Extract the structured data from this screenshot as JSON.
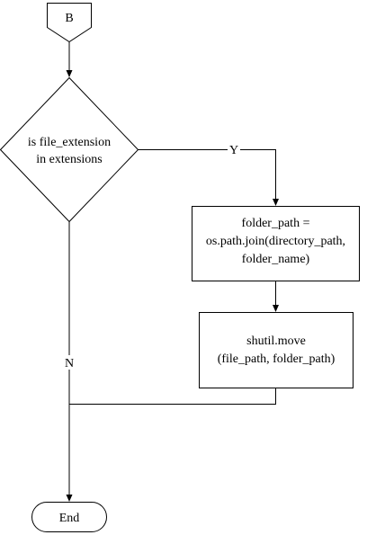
{
  "diagram": {
    "connector": {
      "label": "B"
    },
    "decision": {
      "line1": "is file_extension",
      "line2": "in extensions"
    },
    "edges": {
      "yes_label": "Y",
      "no_label": "N"
    },
    "process1": {
      "line1": "folder_path =",
      "line2": "os.path.join(directory_path,",
      "line3": "folder_name)"
    },
    "process2": {
      "line1": "shutil.move",
      "line2": "(file_path, folder_path)"
    },
    "terminal": {
      "label": "End"
    }
  }
}
